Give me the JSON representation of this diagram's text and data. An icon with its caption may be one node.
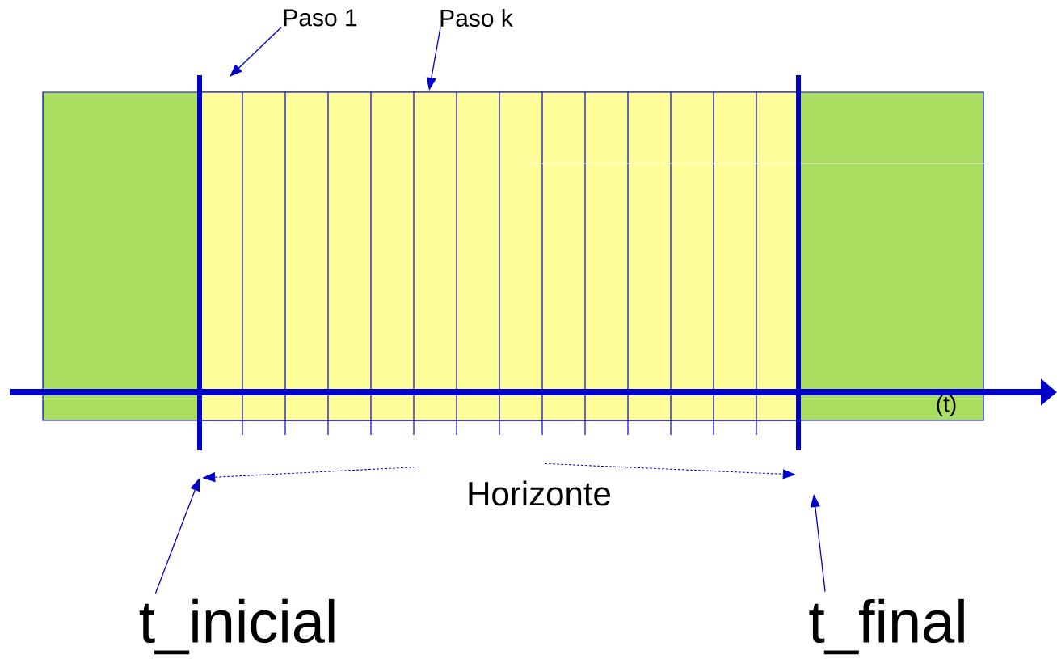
{
  "diagram": {
    "nodes": [
      {
        "text": [
          "Paso 1"
        ]
      },
      {
        "text": [
          "Paso k"
        ]
      },
      {
        "text": [],
        "shape": "bar"
      },
      {
        "text": [],
        "shape": "bar"
      },
      {
        "text": [
          "Horizonte"
        ]
      },
      {
        "text": [
          "t_inicial"
        ]
      },
      {
        "text": [
          "t_final"
        ]
      }
    ],
    "edges": [
      {
        "from": 0,
        "to": null,
        "arrow": "to"
      },
      {
        "from": 1,
        "to": null,
        "arrow": "to"
      },
      {
        "from": 4,
        "to": 2,
        "arrow": "to",
        "style": "dashed"
      },
      {
        "from": 4,
        "to": 3,
        "arrow": "to",
        "style": "dashed"
      },
      {
        "from": 5,
        "to": null,
        "arrow": "to"
      },
      {
        "from": 6,
        "to": null,
        "arrow": "to"
      }
    ],
    "labels": [
      "(t)"
    ]
  }
}
